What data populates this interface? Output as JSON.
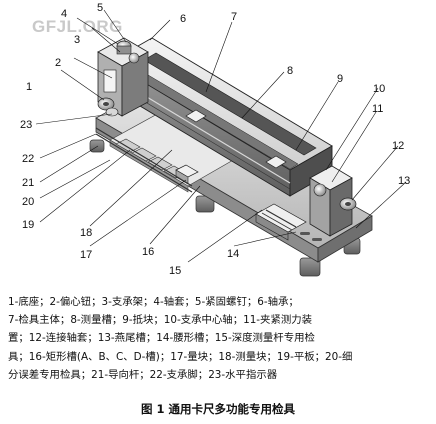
{
  "watermark": "GFJL.ORG",
  "callouts": [
    "1",
    "2",
    "3",
    "4",
    "5",
    "6",
    "7",
    "8",
    "9",
    "10",
    "11",
    "12",
    "13",
    "14",
    "15",
    "16",
    "17",
    "18",
    "19",
    "20",
    "21",
    "22",
    "23"
  ],
  "legend_lines": [
    "1-底座；2-偏心钮；3-支承架；4-轴套；5-紧固螺钉；6-轴承；",
    "7-检具主体；8-测量槽；9-抵块；10-支承中心轴；11-夹紧测力装",
    "置；12-连接轴套；13-燕尾槽；14-腰形槽；15-深度测量杆专用检",
    "具；16-矩形槽(A、B、C、D-槽)；17-量块；18-测量块；19-平板；20-细",
    "分误差专用检具；21-导向杆；22-支承脚；23-水平指示器"
  ],
  "caption": "图 1    通用卡尺多功能专用检具"
}
